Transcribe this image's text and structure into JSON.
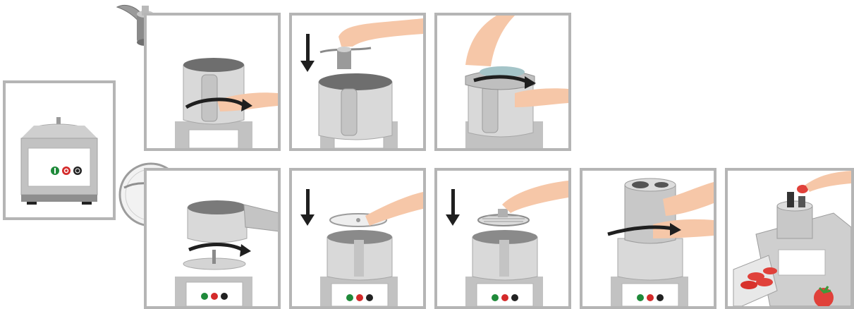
{
  "diagram": {
    "type": "assembly-instructions",
    "colors": {
      "frame": "#b5b5b5",
      "steel_light": "#d9d9d9",
      "steel_mid": "#bcbcbc",
      "steel_dark": "#8c8c8c",
      "skin": "#f6c7a8",
      "arrow": "#1f1f1f",
      "button_on": "#1f8a3a",
      "button_off": "#d42a2a",
      "button_pulse": "#222222",
      "vegetable_red": "#e0413a",
      "leaf_green": "#3f9a3a"
    },
    "parts": [
      {
        "name": "s-blade",
        "icon": "s-blade-icon"
      },
      {
        "name": "slicing-disc",
        "icon": "slicing-disc-icon"
      }
    ],
    "base_unit": {
      "buttons": [
        "on",
        "off",
        "pulse"
      ]
    },
    "steps_row1": [
      {
        "action": "twist-bowl-onto-base",
        "arrow": "curved-right"
      },
      {
        "action": "lower-s-blade-into-bowl",
        "arrow": "down"
      },
      {
        "action": "twist-lid-onto-bowl",
        "arrow": "curved-right"
      }
    ],
    "steps_row2": [
      {
        "action": "twist-vegetable-bowl-onto-base",
        "arrow": "curved-right"
      },
      {
        "action": "lower-disc-onto-shaft",
        "arrow": "down"
      },
      {
        "action": "lower-grating-disc-onto-shaft",
        "arrow": "down"
      },
      {
        "action": "twist-feed-head-onto-bowl",
        "arrow": "curved-right"
      },
      {
        "action": "feed-vegetables-into-chute",
        "arrow": "none"
      }
    ]
  }
}
